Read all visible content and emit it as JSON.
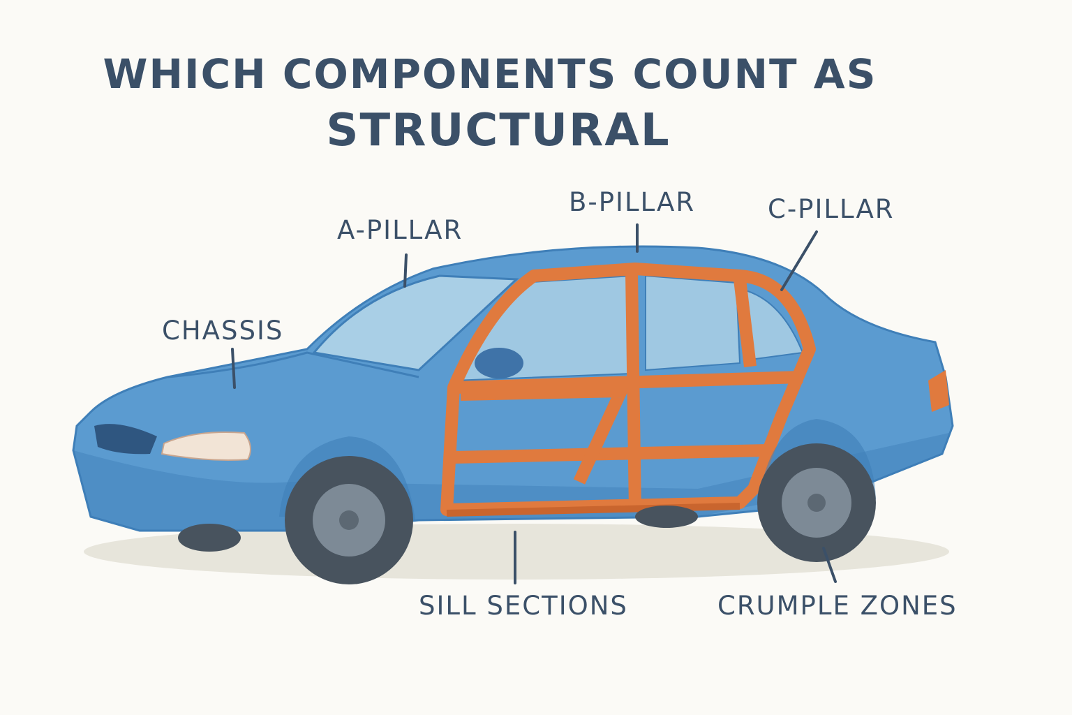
{
  "title": {
    "line1": "WHICH COMPONENTS COUNT AS",
    "line2": "STRUCTURAL"
  },
  "labels": {
    "chassis": "CHASSIS",
    "a_pillar": "A-PILLAR",
    "b_pillar": "B-PILLAR",
    "c_pillar": "C-PILLAR",
    "sill_sections": "SILL SECTIONS",
    "crumple_zones": "CRUMPLE ZONES"
  },
  "colors": {
    "text": "#3b5068",
    "car_body": "#5b9bd0",
    "car_body_dark": "#3f7fb8",
    "frame": "#e07a3e",
    "glass": "#a9cfe6",
    "tire": "#48535e",
    "rim": "#7d8a96"
  }
}
